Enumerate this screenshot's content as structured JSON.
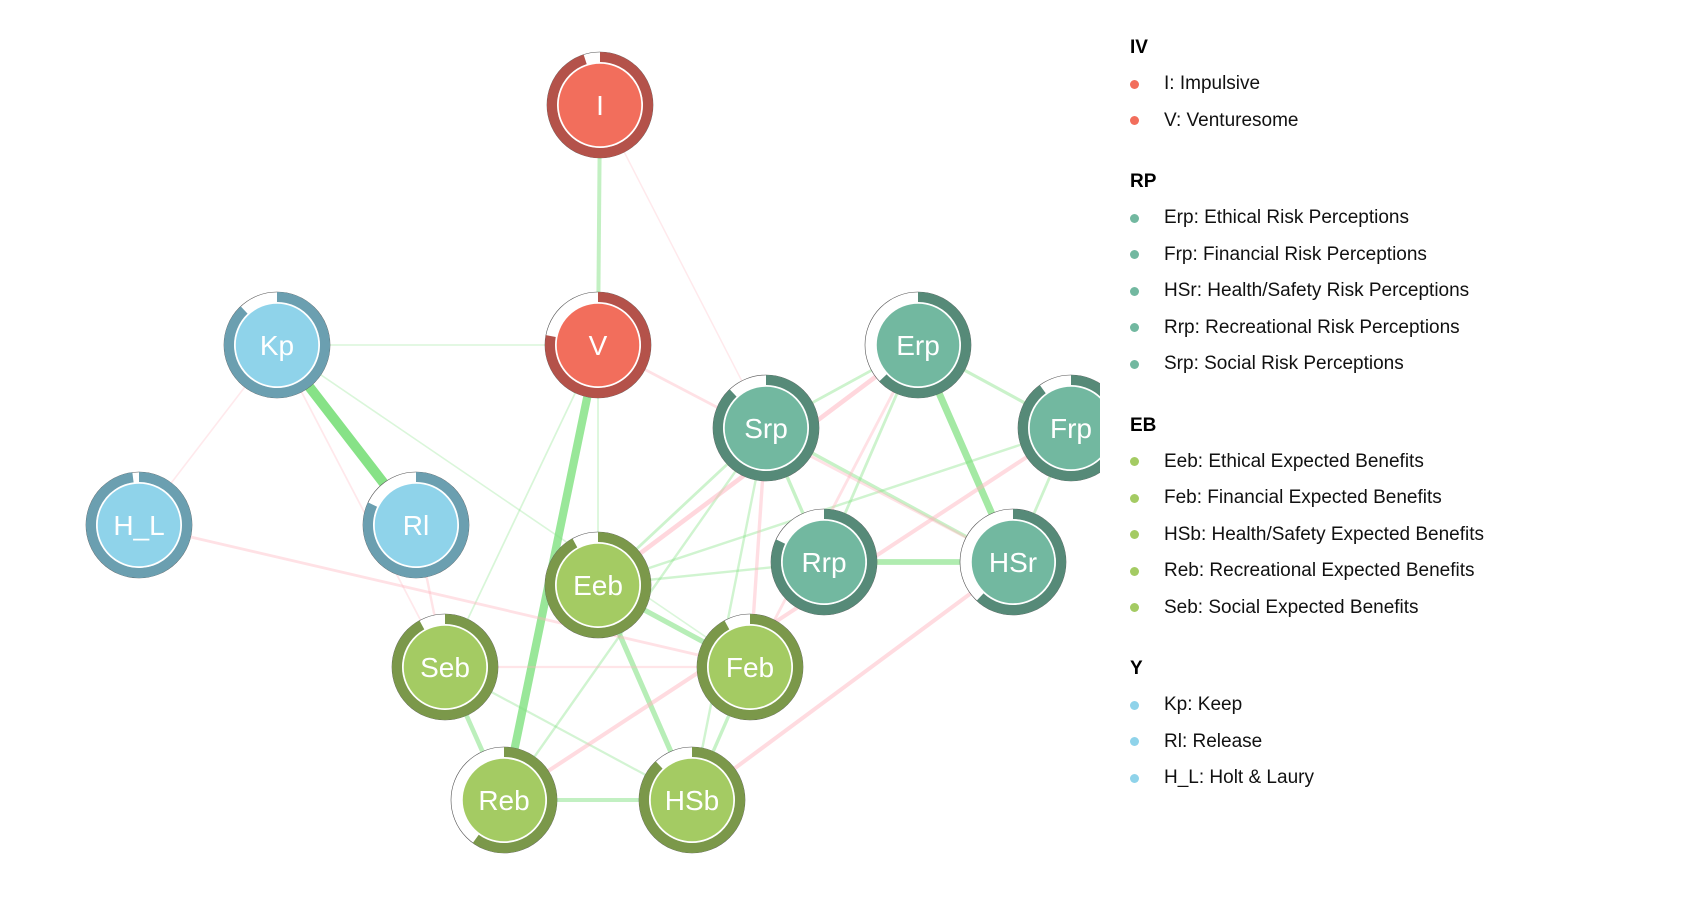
{
  "colors": {
    "IV": {
      "fill": "#f26e5c",
      "ring": "#b4524a",
      "dot": "#f26e5c"
    },
    "RP": {
      "fill": "#72b8a0",
      "ring": "#568a78",
      "dot": "#72b8a0"
    },
    "EB": {
      "fill": "#a4cb63",
      "ring": "#7b984a",
      "dot": "#a4cb63"
    },
    "Y": {
      "fill": "#8fd3ea",
      "ring": "#6b9fb0",
      "dot": "#8fd3ea"
    },
    "positive_edge": "#7ee07e",
    "negative_edge": "#ffb3bd"
  },
  "nodes": [
    {
      "id": "I",
      "label": "I",
      "group": "IV",
      "pie": 0.95
    },
    {
      "id": "V",
      "label": "V",
      "group": "IV",
      "pie": 0.78
    },
    {
      "id": "Kp",
      "label": "Kp",
      "group": "Y",
      "pie": 0.88
    },
    {
      "id": "Rl",
      "label": "Rl",
      "group": "Y",
      "pie": 0.82
    },
    {
      "id": "H_L",
      "label": "H_L",
      "group": "Y",
      "pie": 0.98
    },
    {
      "id": "Erp",
      "label": "Erp",
      "group": "RP",
      "pie": 0.63
    },
    {
      "id": "Frp",
      "label": "Frp",
      "group": "RP",
      "pie": 0.9
    },
    {
      "id": "Srp",
      "label": "Srp",
      "group": "RP",
      "pie": 0.88
    },
    {
      "id": "Rrp",
      "label": "Rrp",
      "group": "RP",
      "pie": 0.82
    },
    {
      "id": "HSr",
      "label": "HSr",
      "group": "RP",
      "pie": 0.62
    },
    {
      "id": "Eeb",
      "label": "Eeb",
      "group": "EB",
      "pie": 0.92
    },
    {
      "id": "Feb",
      "label": "Feb",
      "group": "EB",
      "pie": 0.92
    },
    {
      "id": "Seb",
      "label": "Seb",
      "group": "EB",
      "pie": 0.92
    },
    {
      "id": "Reb",
      "label": "Reb",
      "group": "EB",
      "pie": 0.6
    },
    {
      "id": "HSb",
      "label": "HSb",
      "group": "EB",
      "pie": 0.88
    }
  ],
  "edges": [
    {
      "from": "I",
      "to": "V",
      "sign": "positive",
      "weight": 0.25
    },
    {
      "from": "Kp",
      "to": "Rl",
      "sign": "positive",
      "weight": 0.75
    },
    {
      "from": "V",
      "to": "Reb",
      "sign": "positive",
      "weight": 0.6
    },
    {
      "from": "Erp",
      "to": "HSr",
      "sign": "positive",
      "weight": 0.5
    },
    {
      "from": "Rrp",
      "to": "HSr",
      "sign": "positive",
      "weight": 0.4
    },
    {
      "from": "Eeb",
      "to": "Feb",
      "sign": "positive",
      "weight": 0.35
    },
    {
      "from": "Eeb",
      "to": "HSb",
      "sign": "positive",
      "weight": 0.35
    },
    {
      "from": "Seb",
      "to": "Reb",
      "sign": "positive",
      "weight": 0.3
    },
    {
      "from": "Reb",
      "to": "HSb",
      "sign": "positive",
      "weight": 0.25
    },
    {
      "from": "Feb",
      "to": "HSb",
      "sign": "positive",
      "weight": 0.2
    },
    {
      "from": "Srp",
      "to": "Rrp",
      "sign": "positive",
      "weight": 0.2
    },
    {
      "from": "Srp",
      "to": "HSr",
      "sign": "positive",
      "weight": 0.2
    },
    {
      "from": "Erp",
      "to": "Frp",
      "sign": "positive",
      "weight": 0.18
    },
    {
      "from": "Frp",
      "to": "HSr",
      "sign": "positive",
      "weight": 0.15
    },
    {
      "from": "Erp",
      "to": "Rrp",
      "sign": "positive",
      "weight": 0.15
    },
    {
      "from": "Srp",
      "to": "Erp",
      "sign": "positive",
      "weight": 0.15
    },
    {
      "from": "Srp",
      "to": "Eeb",
      "sign": "positive",
      "weight": 0.15
    },
    {
      "from": "Srp",
      "to": "HSb",
      "sign": "positive",
      "weight": 0.12
    },
    {
      "from": "Srp",
      "to": "Reb",
      "sign": "positive",
      "weight": 0.12
    },
    {
      "from": "Frp",
      "to": "Eeb",
      "sign": "positive",
      "weight": 0.12
    },
    {
      "from": "Rrp",
      "to": "Eeb",
      "sign": "positive",
      "weight": 0.12
    },
    {
      "from": "Seb",
      "to": "HSb",
      "sign": "positive",
      "weight": 0.1
    },
    {
      "from": "V",
      "to": "Seb",
      "sign": "positive",
      "weight": 0.06
    },
    {
      "from": "V",
      "to": "Eeb",
      "sign": "positive",
      "weight": 0.06
    },
    {
      "from": "Kp",
      "to": "V",
      "sign": "positive",
      "weight": 0.05
    },
    {
      "from": "Kp",
      "to": "Feb",
      "sign": "positive",
      "weight": 0.05
    },
    {
      "from": "Erp",
      "to": "Eeb",
      "sign": "negative",
      "weight": 0.3
    },
    {
      "from": "Frp",
      "to": "Reb",
      "sign": "negative",
      "weight": 0.25
    },
    {
      "from": "HSr",
      "to": "HSb",
      "sign": "negative",
      "weight": 0.25
    },
    {
      "from": "Srp",
      "to": "Feb",
      "sign": "negative",
      "weight": 0.2
    },
    {
      "from": "Erp",
      "to": "Feb",
      "sign": "negative",
      "weight": 0.15
    },
    {
      "from": "H_L",
      "to": "Feb",
      "sign": "negative",
      "weight": 0.15
    },
    {
      "from": "V",
      "to": "HSr",
      "sign": "negative",
      "weight": 0.15
    },
    {
      "from": "Rl",
      "to": "Seb",
      "sign": "negative",
      "weight": 0.12
    },
    {
      "from": "Seb",
      "to": "Feb",
      "sign": "negative",
      "weight": 0.1
    },
    {
      "from": "Kp",
      "to": "Seb",
      "sign": "negative",
      "weight": 0.06
    },
    {
      "from": "H_L",
      "to": "Kp",
      "sign": "negative",
      "weight": 0.05
    },
    {
      "from": "I",
      "to": "Srp",
      "sign": "negative",
      "weight": 0.04
    }
  ],
  "legend": [
    {
      "title": "IV",
      "group": "IV",
      "items": [
        "I: Impulsive",
        "V: Venturesome"
      ]
    },
    {
      "title": "RP",
      "group": "RP",
      "items": [
        "Erp: Ethical Risk Perceptions",
        "Frp: Financial Risk Perceptions",
        "HSr: Health/Safety Risk Perceptions",
        "Rrp: Recreational Risk Perceptions",
        "Srp: Social Risk Perceptions"
      ]
    },
    {
      "title": "EB",
      "group": "EB",
      "items": [
        "Eeb: Ethical Expected Benefits",
        "Feb: Financial Expected Benefits",
        "HSb: Health/Safety Expected Benefits",
        "Reb: Recreational Expected Benefits",
        "Seb: Social Expected Benefits"
      ]
    },
    {
      "title": "Y",
      "group": "Y",
      "items": [
        "Kp: Keep",
        "Rl: Release",
        "H_L: Holt & Laury"
      ]
    }
  ]
}
